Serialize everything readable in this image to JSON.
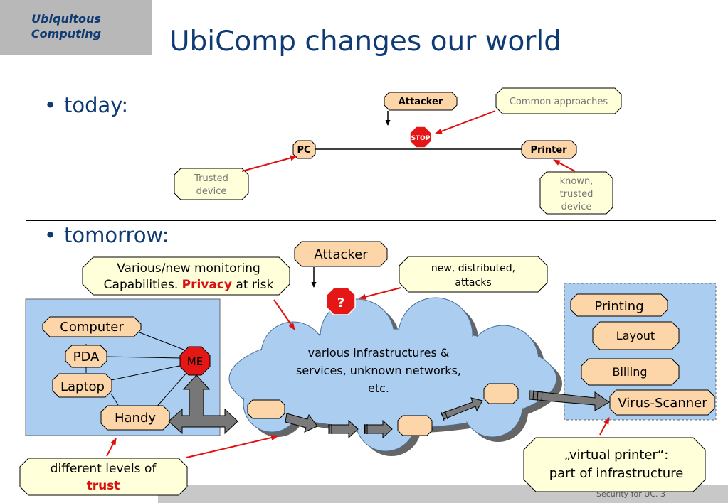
{
  "header": {
    "section_label_line1": "Ubiquitous",
    "section_label_line2": "Computing",
    "title": "UbiComp changes our world"
  },
  "bullets": {
    "today": "today:",
    "tomorrow": "tomorrow:",
    "marker": "•"
  },
  "today_diagram": {
    "attacker": "Attacker",
    "common_approaches": "Common approaches",
    "stop_sign": "STOP",
    "pc": "PC",
    "printer": "Printer",
    "trusted_device": [
      "Trusted",
      "device"
    ],
    "known_trusted_device": [
      "known,",
      "trusted",
      "device"
    ]
  },
  "tomorrow_diagram": {
    "attacker": "Attacker",
    "monitoring_callout": {
      "line1": "Various/new monitoring",
      "line2_prefix": "Capabilities. ",
      "line2_highlight": "Privacy",
      "line2_suffix": " at risk"
    },
    "attacks_callout": [
      "new, distributed,",
      "attacks"
    ],
    "question_mark": "?",
    "devices": {
      "computer": "Computer",
      "pda": "PDA",
      "laptop": "Laptop",
      "handy": "Handy",
      "me": "ME"
    },
    "cloud_text": [
      "various infrastructures &",
      "services, unknown networks,",
      "etc."
    ],
    "services": {
      "printing": "Printing",
      "layout": "Layout",
      "billing": "Billing",
      "virus_scanner": "Virus-Scanner"
    },
    "trust_callout": {
      "line1": "different levels of",
      "line2": "trust"
    },
    "virtual_printer_callout": [
      "„virtual printer“:",
      "part of infrastructure"
    ]
  },
  "footer": {
    "text": "Security for UC.    3"
  },
  "colors": {
    "title_blue": "#0f3a73",
    "octagon_orange": "#fcd5a8",
    "callout_yellow": "#ffffd9",
    "panel_blue": "#aacdf0",
    "arrow_red": "#e01010",
    "highlight_red": "#d81010"
  }
}
